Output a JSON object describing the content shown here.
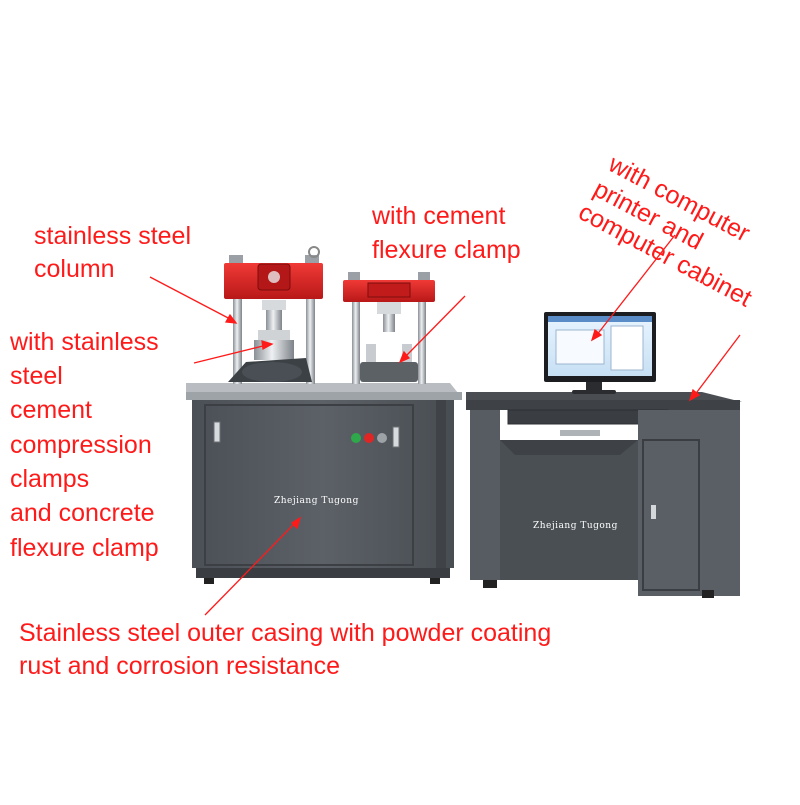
{
  "annotations": {
    "column": [
      "stainless steel",
      "column"
    ],
    "compression_clamps": [
      "with stainless",
      "steel",
      "cement",
      "compression",
      "clamps",
      "and concrete",
      "flexure clamp"
    ],
    "flexure_clamp": [
      "with cement",
      "flexure clamp"
    ],
    "computer": [
      "with computer",
      "printer and",
      "computer cabinet"
    ],
    "casing": [
      "Stainless steel outer casing with powder coating",
      "rust and corrosion resistance"
    ]
  },
  "brand": {
    "machine": "Zhejiang  Tugong",
    "cabinet": "Zhejiang  Tugong"
  },
  "colors": {
    "annotation_red": "#ff1a1a",
    "crossbeam_red": "#d42020",
    "cabinet_gray": "#555a60",
    "steel": "#c8ccd0"
  }
}
